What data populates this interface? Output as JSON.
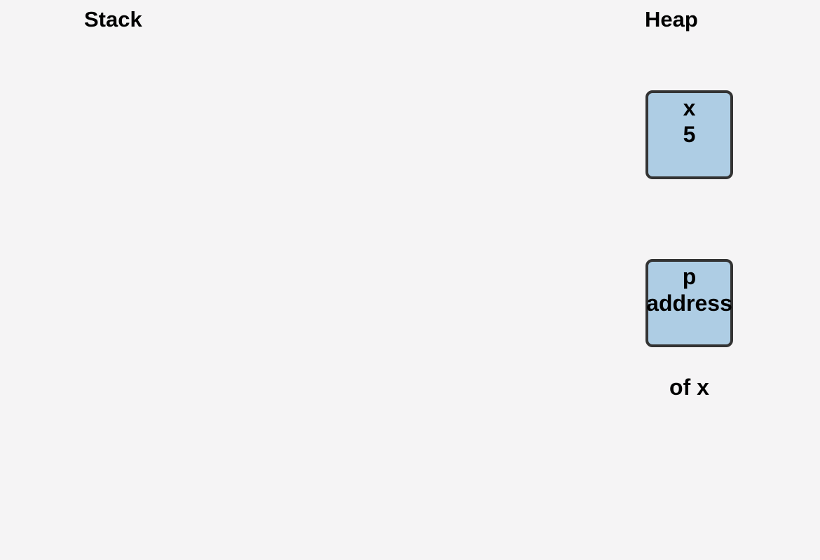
{
  "diagram": {
    "stack": {
      "title": "Stack"
    },
    "heap": {
      "title": "Heap",
      "objects": [
        {
          "label": "x",
          "value_line1": "5"
        },
        {
          "label": "p",
          "value_line1": "address",
          "value_line2": "of x"
        }
      ]
    }
  },
  "colors": {
    "background": "#f5f4f5",
    "box_fill": "#aecde4",
    "box_border": "#333333",
    "text": "#000000"
  }
}
